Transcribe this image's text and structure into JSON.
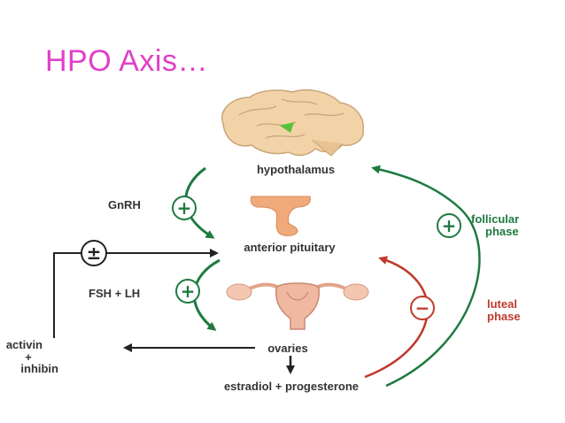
{
  "title": "HPO Axis…",
  "nodes": {
    "hypothalamus": "hypothalamus",
    "anterior_pituitary": "anterior pituitary",
    "ovaries": "ovaries",
    "hormones": "estradiol + progesterone",
    "activin": "activin",
    "plus": "+",
    "inhibin": "inhibin"
  },
  "edges": {
    "gnrh": "GnRH",
    "fsh_lh": "FSH + LH",
    "follicular_line1": "follicular",
    "follicular_line2": "phase",
    "luteal_line1": "luteal",
    "luteal_line2": "phase"
  },
  "symbols": {
    "plus": "+",
    "minus": "−",
    "plus_minus": "±"
  },
  "colors": {
    "title": "#e040c8",
    "stimulation": "#1e7a40",
    "inhibition": "#c0392b",
    "neutral": "#333333"
  }
}
